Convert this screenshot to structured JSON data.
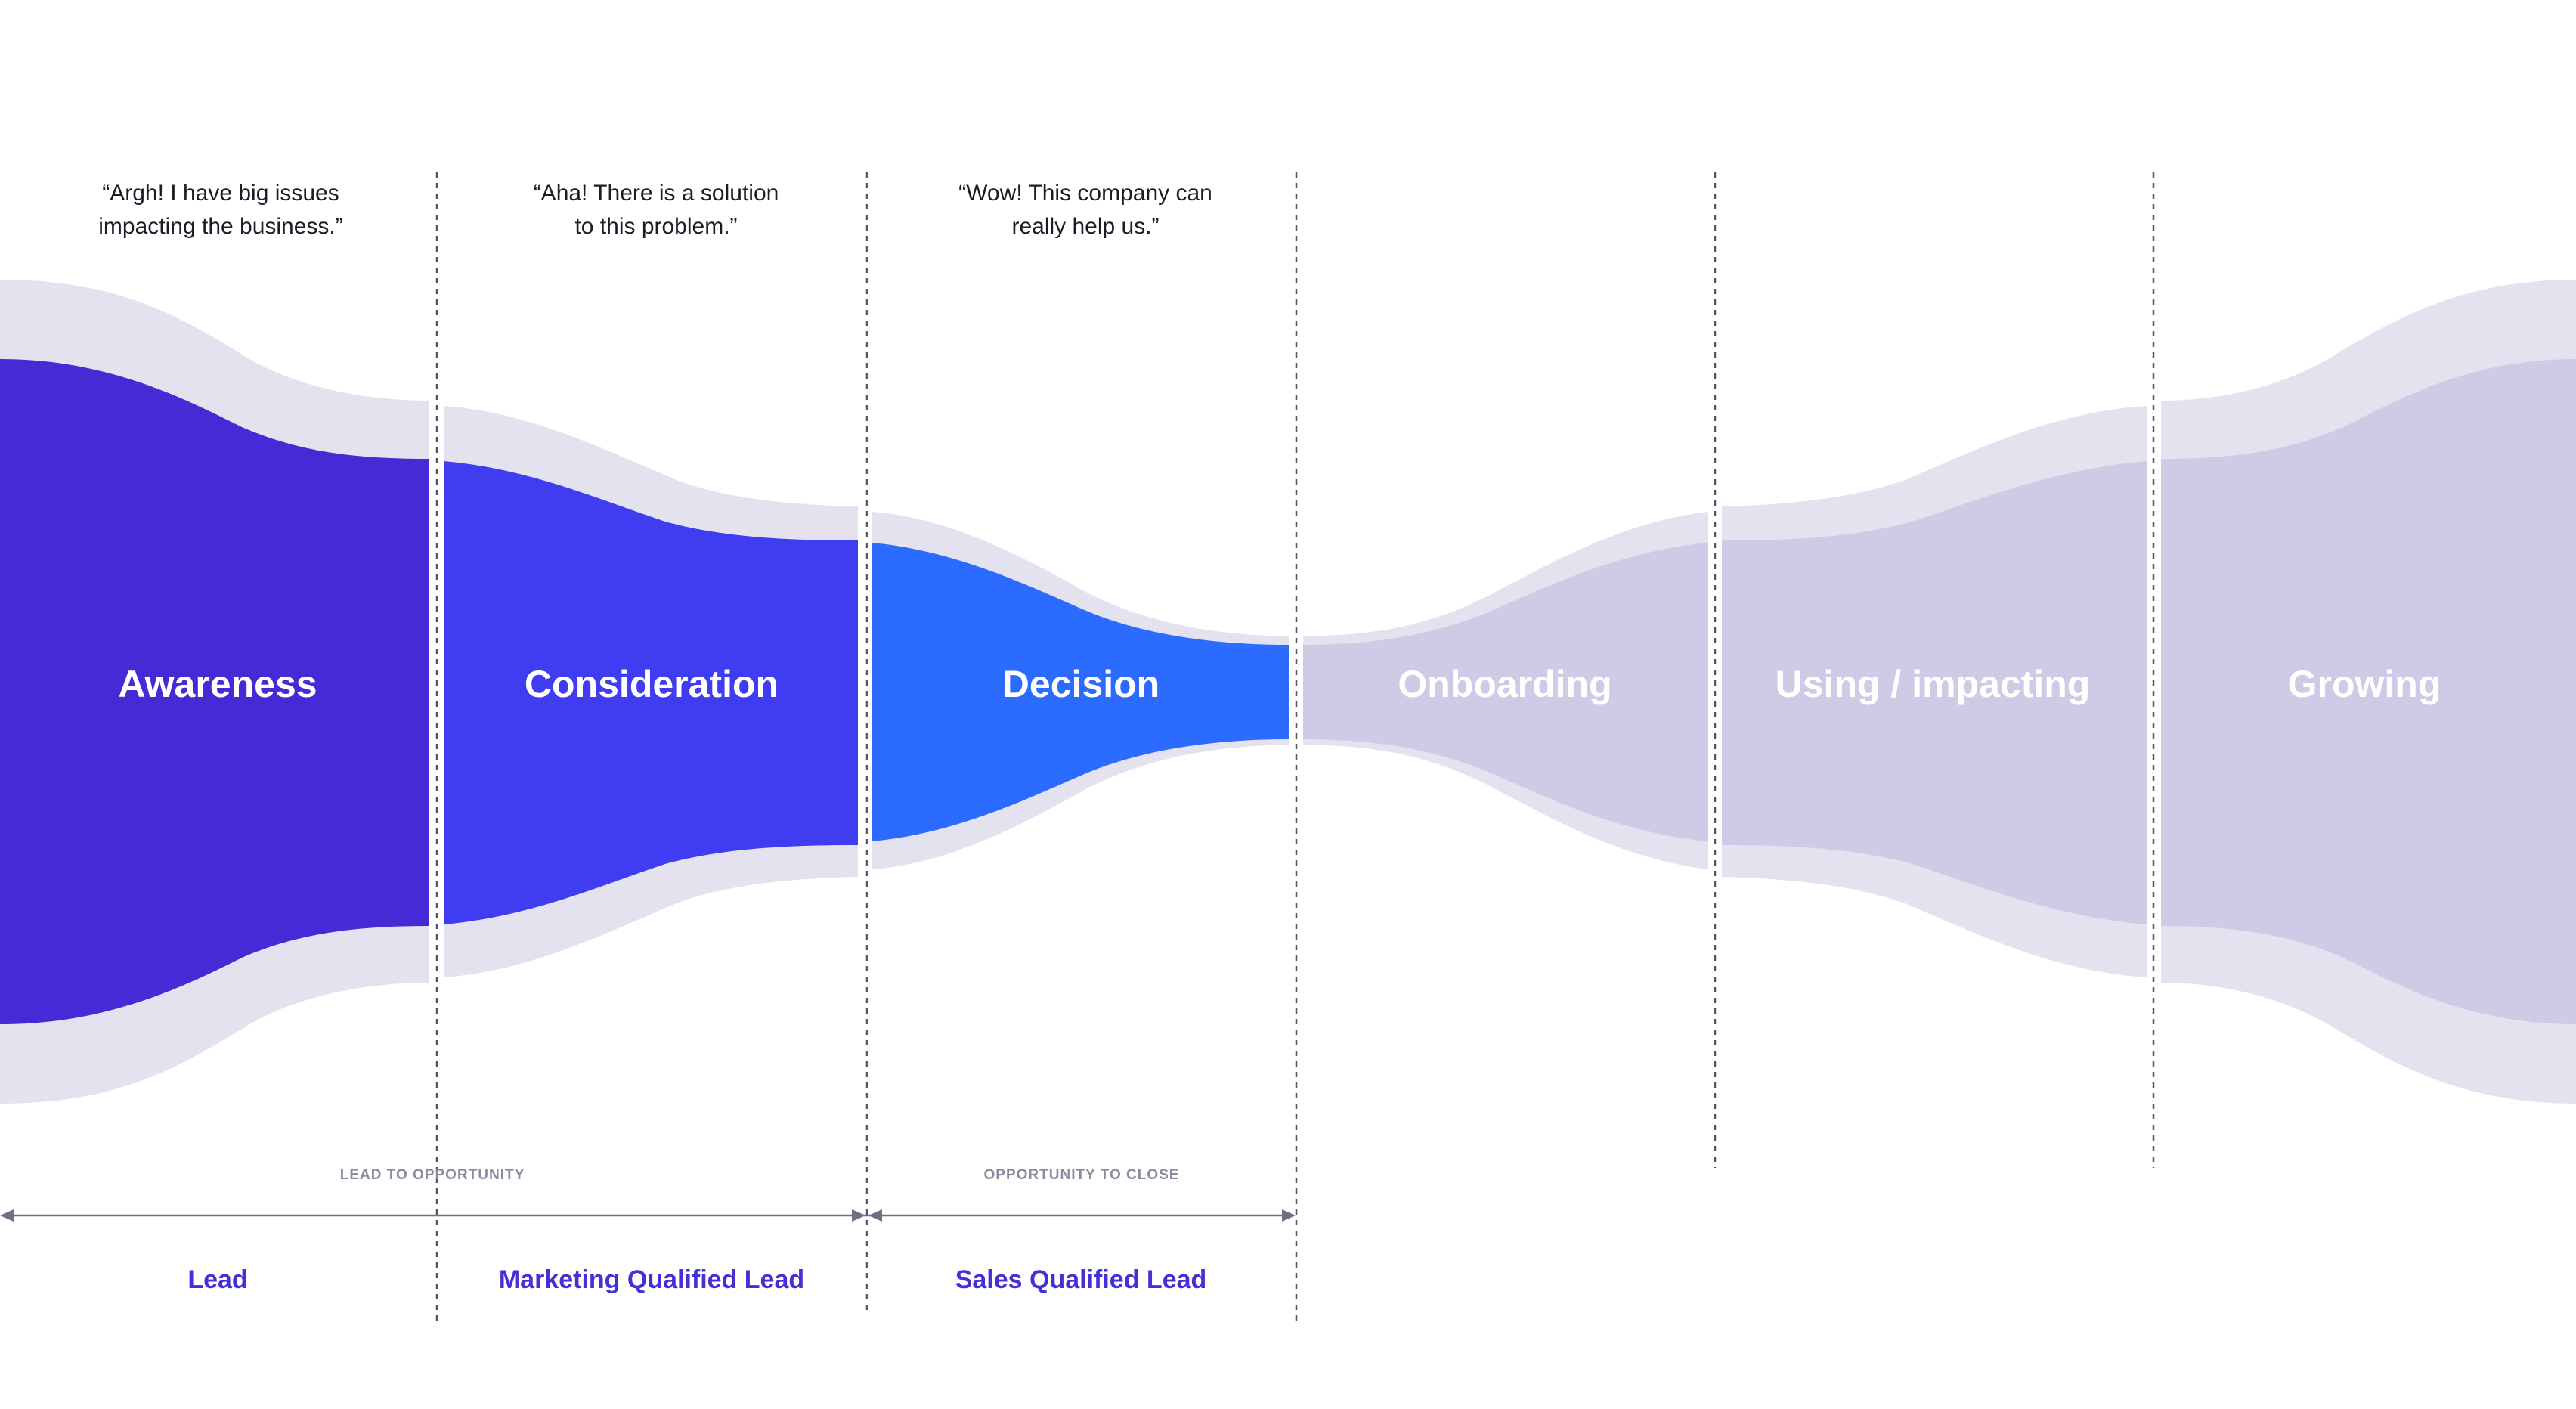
{
  "colors": {
    "halo": "#e4e2ef",
    "awareness": "#442bd6",
    "consideration": "#3f3cf2",
    "decision": "#2b6bff",
    "post_sale": "#cfcbe7",
    "divider": "#55556a",
    "arrow": "#6e6e86",
    "lead_text": "#4330d6"
  },
  "quotes": [
    {
      "line1": "“Argh! I have big issues",
      "line2": "impacting the business.”"
    },
    {
      "line1": "“Aha! There is a solution",
      "line2": "to this problem.”"
    },
    {
      "line1": "“Wow! This company can",
      "line2": "really help us.”"
    }
  ],
  "stages": [
    {
      "label": "Awareness"
    },
    {
      "label": "Consideration"
    },
    {
      "label": "Decision"
    },
    {
      "label": "Onboarding"
    },
    {
      "label": "Using / impacting"
    },
    {
      "label": "Growing"
    }
  ],
  "ranges": [
    {
      "label": "LEAD TO OPPORTUNITY"
    },
    {
      "label": "OPPORTUNITY TO CLOSE"
    }
  ],
  "lead_stages": [
    {
      "label": "Lead"
    },
    {
      "label": "Marketing Qualified Lead"
    },
    {
      "label": "Sales Qualified Lead"
    }
  ]
}
